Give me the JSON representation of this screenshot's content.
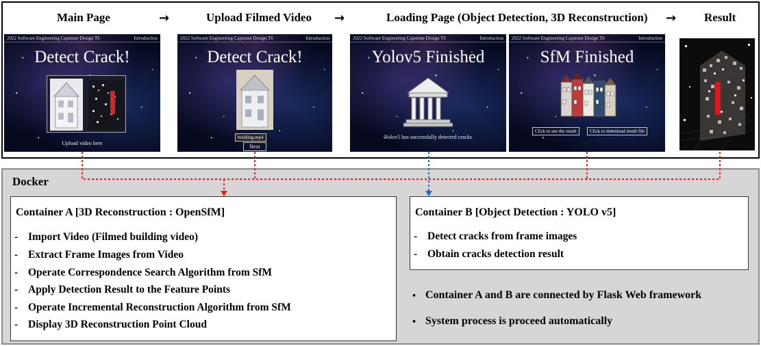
{
  "flow": {
    "steps": [
      "Main Page",
      "Upload Filmed Video",
      "Loading Page (Object Detection, 3D Reconstruction)",
      "Result"
    ],
    "arrow": "→"
  },
  "screens": {
    "header_left": "2022 Software Engineering Capstone Design T6",
    "header_right": "Introduction",
    "main": {
      "title": "Detect Crack!",
      "caption": "Upload video here"
    },
    "upload": {
      "title": "Detect Crack!",
      "file_label": "building.mp4",
      "next_button": "Next"
    },
    "yolo": {
      "title": "Yolov5 Finished",
      "caption": "Yolov5 has successfully detected cracks"
    },
    "sfm": {
      "title": "SfM Finished",
      "see_result_button": "Click to see the result",
      "download_button": "Click to download result file"
    }
  },
  "docker": {
    "title": "Docker",
    "container_a": {
      "title": "Container A [3D Reconstruction : OpenSfM]",
      "items": [
        "Import Video (Filmed building video)",
        "Extract Frame Images from Video",
        "Operate Correspondence Search Algorithm from SfM",
        "Apply Detection Result to the Feature Points",
        "Operate Incremental Reconstruction Algorithm from SfM",
        "Display 3D Reconstruction Point Cloud"
      ]
    },
    "container_b": {
      "title": "Container B [Object Detection : YOLO v5]",
      "items": [
        "Detect cracks from frame images",
        "Obtain cracks detection result"
      ]
    },
    "notes": [
      "Container A and B are connected by Flask Web framework",
      "System process is proceed automatically"
    ],
    "bullet": "•",
    "dash": "-"
  },
  "colors": {
    "red_connector": "#e8201a",
    "blue_connector": "#1f6bc4",
    "docker_bg": "#d6d6d6"
  }
}
